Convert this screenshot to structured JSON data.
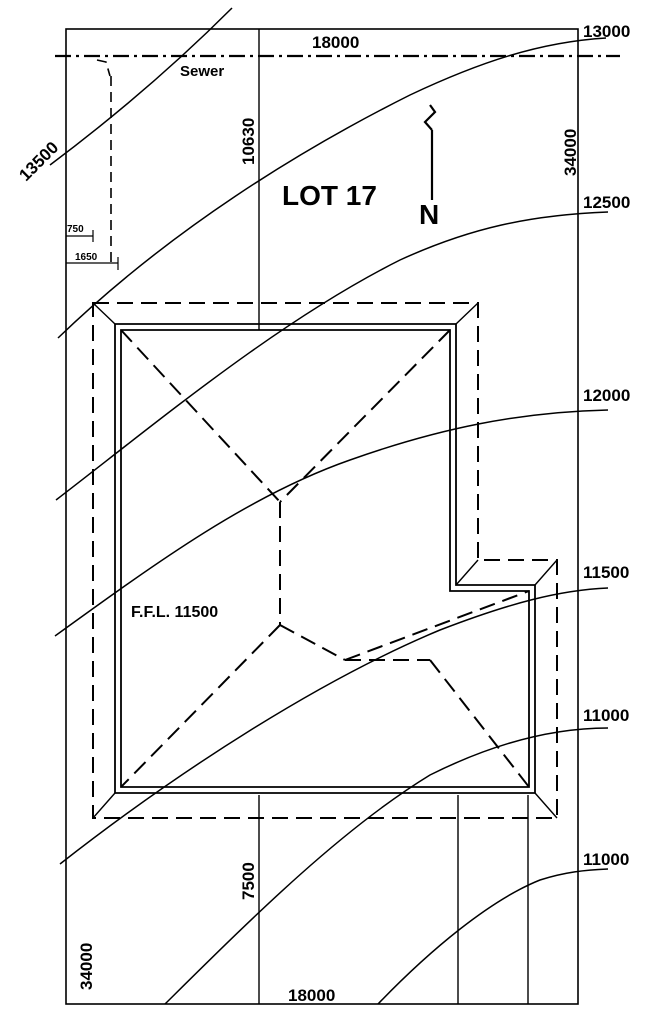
{
  "plan": {
    "title": "LOT 17",
    "north_label": "N",
    "sewer_label": "Sewer",
    "ffl_label": "F.F.L. 11500",
    "dimensions": {
      "top_width": "18000",
      "bottom_width": "18000",
      "right_depth": "34000",
      "left_depth": "34000",
      "front_setback": "10630",
      "rear_setback": "7500",
      "offset_small": "750",
      "offset_large": "1650"
    },
    "contours": [
      {
        "label": "13000"
      },
      {
        "label": "13500"
      },
      {
        "label": "12500"
      },
      {
        "label": "12000"
      },
      {
        "label": "11500"
      },
      {
        "label": "11000"
      },
      {
        "label": "11000"
      }
    ]
  }
}
